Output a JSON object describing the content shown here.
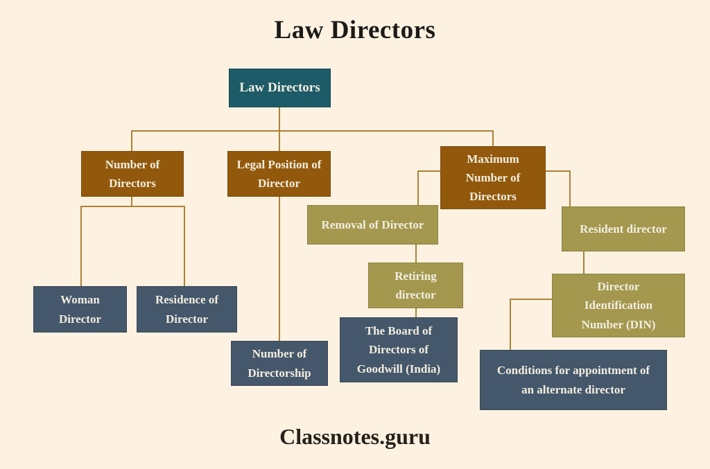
{
  "title": "Law Directors",
  "footer": "Classnotes.guru",
  "colors": {
    "background": "#fdf2e2",
    "root_teal": "#1d5b68",
    "level1_brown": "#92590c",
    "level2_olive": "#a3984e",
    "leaf_slate": "#45576a",
    "connector_gold": "#ad8136",
    "node_text": "#f3eee1",
    "title_text": "#1c1a17"
  },
  "diagram": {
    "type": "flowchart",
    "nodes": {
      "law_directors": {
        "label": "Law Directors"
      },
      "number_of_directors": {
        "label": "Number of\nDirectors"
      },
      "legal_position": {
        "label": "Legal Position of\nDirector"
      },
      "maximum_number": {
        "label": "Maximum\nNumber of\nDirectors"
      },
      "removal": {
        "label": "Removal of Director"
      },
      "resident": {
        "label": "Resident director"
      },
      "retiring": {
        "label": "Retiring\ndirector"
      },
      "din": {
        "label": "Director\nIdentification\nNumber (DIN)"
      },
      "woman": {
        "label": "Woman\nDirector"
      },
      "residence": {
        "label": "Residence of\nDirector"
      },
      "directorship": {
        "label": "Number of\nDirectorship"
      },
      "board_goodwill": {
        "label": "The Board of\nDirectors of\nGoodwill (India)"
      },
      "conditions": {
        "label": "Conditions for appointment of\nan alternate director"
      }
    },
    "edges": [
      {
        "from": "law_directors",
        "to": "number_of_directors"
      },
      {
        "from": "law_directors",
        "to": "legal_position"
      },
      {
        "from": "law_directors",
        "to": "maximum_number"
      },
      {
        "from": "number_of_directors",
        "to": "woman"
      },
      {
        "from": "number_of_directors",
        "to": "residence"
      },
      {
        "from": "legal_position",
        "to": "directorship"
      },
      {
        "from": "maximum_number",
        "to": "removal"
      },
      {
        "from": "maximum_number",
        "to": "resident"
      },
      {
        "from": "removal",
        "to": "retiring"
      },
      {
        "from": "retiring",
        "to": "board_goodwill"
      },
      {
        "from": "resident",
        "to": "din"
      },
      {
        "from": "din",
        "to": "conditions"
      }
    ]
  }
}
